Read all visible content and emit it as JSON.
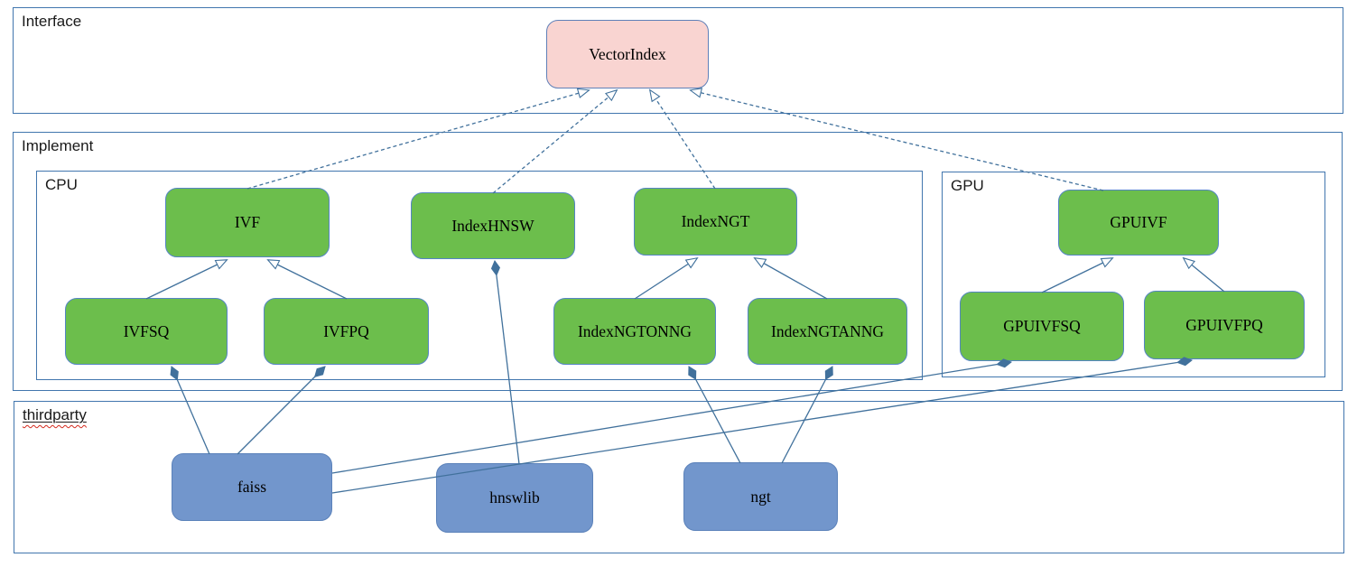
{
  "containers": {
    "interface": {
      "label": "Interface"
    },
    "implement": {
      "label": "Implement"
    },
    "cpu": {
      "label": "CPU"
    },
    "gpu": {
      "label": "GPU"
    },
    "thirdparty": {
      "label": "thirdparty"
    }
  },
  "nodes": {
    "vectorindex": {
      "label": "VectorIndex",
      "group": "interface",
      "kind": "interface-class"
    },
    "ivf": {
      "label": "IVF",
      "group": "cpu",
      "kind": "implementation-class"
    },
    "indexhnsw": {
      "label": "IndexHNSW",
      "group": "cpu",
      "kind": "implementation-class"
    },
    "indexngt": {
      "label": "IndexNGT",
      "group": "cpu",
      "kind": "implementation-class"
    },
    "ivfsq": {
      "label": "IVFSQ",
      "group": "cpu",
      "kind": "implementation-class"
    },
    "ivfpq": {
      "label": "IVFPQ",
      "group": "cpu",
      "kind": "implementation-class"
    },
    "indexngtonng": {
      "label": "IndexNGTONNG",
      "group": "cpu",
      "kind": "implementation-class"
    },
    "indexngtanng": {
      "label": "IndexNGTANNG",
      "group": "cpu",
      "kind": "implementation-class"
    },
    "gpuivf": {
      "label": "GPUIVF",
      "group": "gpu",
      "kind": "implementation-class"
    },
    "gpuivfsq": {
      "label": "GPUIVFSQ",
      "group": "gpu",
      "kind": "implementation-class"
    },
    "gpuivfpq": {
      "label": "GPUIVFPQ",
      "group": "gpu",
      "kind": "implementation-class"
    },
    "faiss": {
      "label": "faiss",
      "group": "thirdparty",
      "kind": "thirdparty-library"
    },
    "hnswlib": {
      "label": "hnswlib",
      "group": "thirdparty",
      "kind": "thirdparty-library"
    },
    "ngt": {
      "label": "ngt",
      "group": "thirdparty",
      "kind": "thirdparty-library"
    }
  },
  "edges": [
    {
      "from": "IVF",
      "to": "VectorIndex",
      "relation": "realizes",
      "style": "dashed-hollow-arrow"
    },
    {
      "from": "IndexHNSW",
      "to": "VectorIndex",
      "relation": "realizes",
      "style": "dashed-hollow-arrow"
    },
    {
      "from": "IndexNGT",
      "to": "VectorIndex",
      "relation": "realizes",
      "style": "dashed-hollow-arrow"
    },
    {
      "from": "GPUIVF",
      "to": "VectorIndex",
      "relation": "realizes",
      "style": "dashed-hollow-arrow"
    },
    {
      "from": "IVFSQ",
      "to": "IVF",
      "relation": "extends",
      "style": "solid-hollow-arrow"
    },
    {
      "from": "IVFPQ",
      "to": "IVF",
      "relation": "extends",
      "style": "solid-hollow-arrow"
    },
    {
      "from": "IndexNGTONNG",
      "to": "IndexNGT",
      "relation": "extends",
      "style": "solid-hollow-arrow"
    },
    {
      "from": "IndexNGTANNG",
      "to": "IndexNGT",
      "relation": "extends",
      "style": "solid-hollow-arrow"
    },
    {
      "from": "GPUIVFSQ",
      "to": "GPUIVF",
      "relation": "extends",
      "style": "solid-hollow-arrow"
    },
    {
      "from": "GPUIVFPQ",
      "to": "GPUIVF",
      "relation": "extends",
      "style": "solid-hollow-arrow"
    },
    {
      "from": "faiss",
      "to": "IVFSQ",
      "relation": "composed-into",
      "style": "solid-filled-diamond"
    },
    {
      "from": "faiss",
      "to": "IVFPQ",
      "relation": "composed-into",
      "style": "solid-filled-diamond"
    },
    {
      "from": "faiss",
      "to": "GPUIVFSQ",
      "relation": "composed-into",
      "style": "solid-filled-diamond"
    },
    {
      "from": "faiss",
      "to": "GPUIVFPQ",
      "relation": "composed-into",
      "style": "solid-filled-diamond"
    },
    {
      "from": "hnswlib",
      "to": "IndexHNSW",
      "relation": "composed-into",
      "style": "solid-filled-diamond"
    },
    {
      "from": "ngt",
      "to": "IndexNGTONNG",
      "relation": "composed-into",
      "style": "solid-filled-diamond"
    },
    {
      "from": "ngt",
      "to": "IndexNGTANNG",
      "relation": "composed-into",
      "style": "solid-filled-diamond"
    }
  ],
  "colors": {
    "node_green": "#6cbe4c",
    "node_green_border": "#5585c5",
    "node_blue": "#7296cc",
    "node_blue_border": "#5b82ba",
    "node_pink": "#f9d4d1",
    "node_pink_border": "#6080b8",
    "container_border": "#4176ae",
    "line_blue": "#41719c",
    "label_text": "#1a1a1a",
    "spellcheck_red": "#d42a1e"
  }
}
